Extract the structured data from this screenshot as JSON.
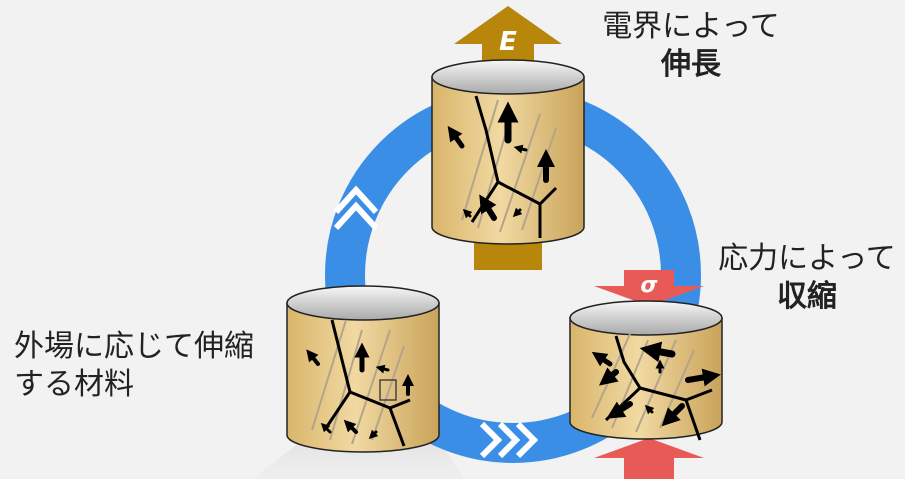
{
  "labels": {
    "top": {
      "line1": "電界によって",
      "line2": "伸長"
    },
    "right": {
      "line1": "応力によって",
      "line2": "収縮"
    },
    "left": {
      "line1": "外場に応じて伸縮",
      "line2": "する材料"
    }
  },
  "arrows": {
    "electric_field_symbol": "E",
    "stress_symbol": "σ"
  },
  "colors": {
    "background": "#f2f2f2",
    "cycle_ring": "#3a8ee6",
    "field_arrow": "#b8860b",
    "stress_arrow": "#e85a55",
    "cylinder": "#e6c98a"
  }
}
